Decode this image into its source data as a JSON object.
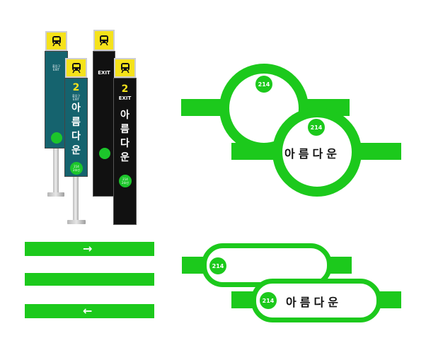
{
  "station": {
    "line_number": "2",
    "code": "214",
    "name_chars": [
      "아",
      "름",
      "다",
      "운"
    ],
    "exit_label": "EXIT",
    "exit_sub": "출입구\nEXIT",
    "badge_small": "214\n2호선"
  },
  "arrows": {
    "right": "→",
    "left": "←"
  },
  "colors": {
    "green": "#1cc91c",
    "yellow": "#f5e21b",
    "teal": "#15636e",
    "black": "#111111"
  }
}
